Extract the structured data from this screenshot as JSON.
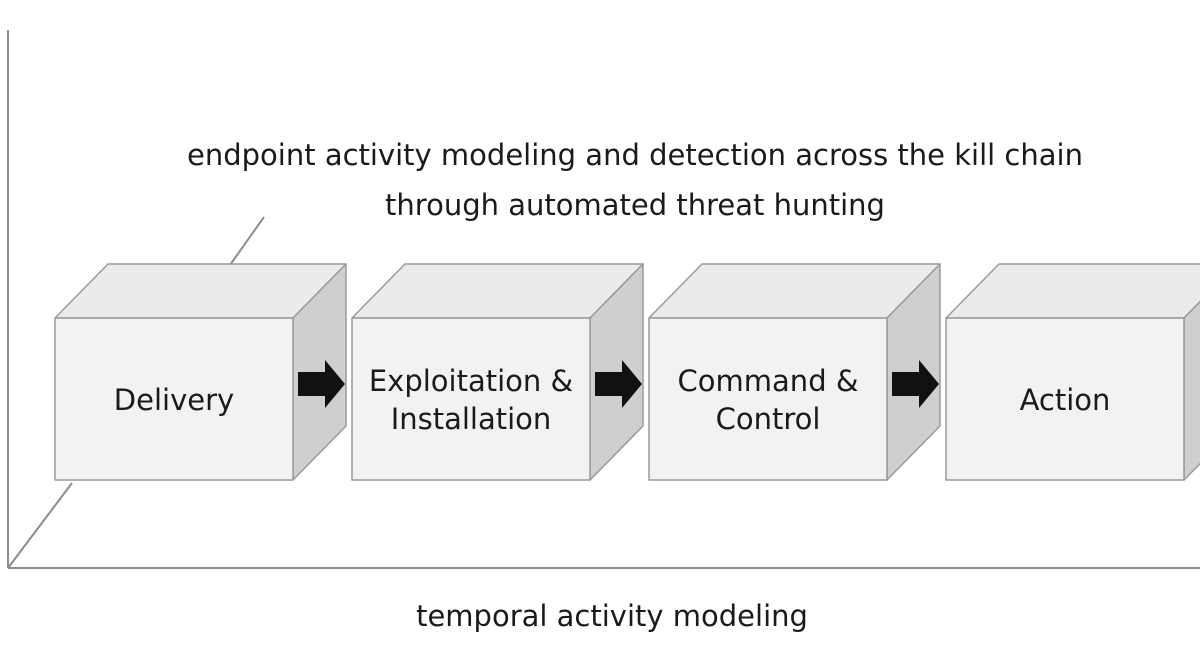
{
  "diagram": {
    "caption_top_line1": "endpoint activity modeling and detection across the kill chain",
    "caption_top_line2": "through automated threat hunting",
    "caption_bottom": "temporal activity modeling",
    "stages": [
      {
        "label": "Delivery"
      },
      {
        "label": "Exploitation &\nInstallation"
      },
      {
        "label": "Command &\nControl"
      },
      {
        "label": "Action"
      }
    ],
    "colors": {
      "box_front": "#f2f2f2",
      "box_top": "#ebebeb",
      "box_side": "#cfcfcf",
      "box_edge": "#9a9a9a",
      "arrow": "#111111",
      "axis": "#8c8c8c"
    }
  }
}
